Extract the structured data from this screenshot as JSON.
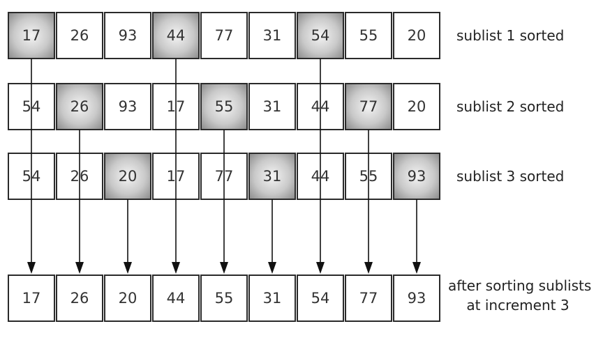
{
  "rows": [
    {
      "values": [
        "17",
        "26",
        "93",
        "44",
        "77",
        "31",
        "54",
        "55",
        "20"
      ],
      "highlighted": [
        0,
        3,
        6
      ],
      "label_lines": [
        "sublist 1 sorted"
      ]
    },
    {
      "values": [
        "54",
        "26",
        "93",
        "17",
        "55",
        "31",
        "44",
        "77",
        "20"
      ],
      "highlighted": [
        1,
        4,
        7
      ],
      "label_lines": [
        "sublist 2 sorted"
      ]
    },
    {
      "values": [
        "54",
        "26",
        "20",
        "17",
        "77",
        "31",
        "44",
        "55",
        "93"
      ],
      "highlighted": [
        2,
        5,
        8
      ],
      "label_lines": [
        "sublist 3 sorted"
      ]
    },
    {
      "values": [
        "17",
        "26",
        "20",
        "44",
        "55",
        "31",
        "54",
        "77",
        "93"
      ],
      "highlighted": [],
      "label_lines": [
        "after sorting sublists",
        "at increment 3"
      ]
    }
  ],
  "arrows": [
    {
      "column": 0,
      "from_row": 0
    },
    {
      "column": 3,
      "from_row": 0
    },
    {
      "column": 6,
      "from_row": 0
    },
    {
      "column": 1,
      "from_row": 1
    },
    {
      "column": 4,
      "from_row": 1
    },
    {
      "column": 7,
      "from_row": 1
    },
    {
      "column": 2,
      "from_row": 2
    },
    {
      "column": 5,
      "from_row": 2
    },
    {
      "column": 8,
      "from_row": 2
    }
  ],
  "colors": {
    "box_fill": "#ffffff",
    "highlight_center": "#f4f4f4",
    "highlight_edge": "#8a8a8a",
    "border": "#2a2a2a",
    "arrow": "#111111"
  }
}
